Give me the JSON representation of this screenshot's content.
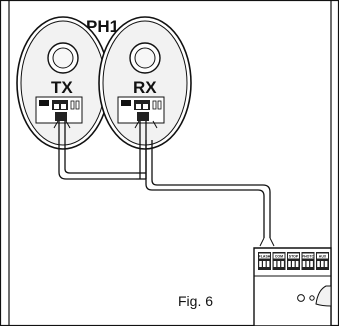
{
  "labels": {
    "device_group": "PH1",
    "transmitter": "TX",
    "receiver": "RX",
    "figure_caption": "Fig. 6"
  },
  "terminal_blocks": [
    {
      "label": "FLASH"
    },
    {
      "label": "COM"
    },
    {
      "label": "STOP"
    },
    {
      "label": "PHOTO"
    },
    {
      "label": "AUX"
    }
  ],
  "colors": {
    "line": "#111111",
    "shell_fill": "#f2f2f2",
    "terminal_fill": "#222222"
  }
}
